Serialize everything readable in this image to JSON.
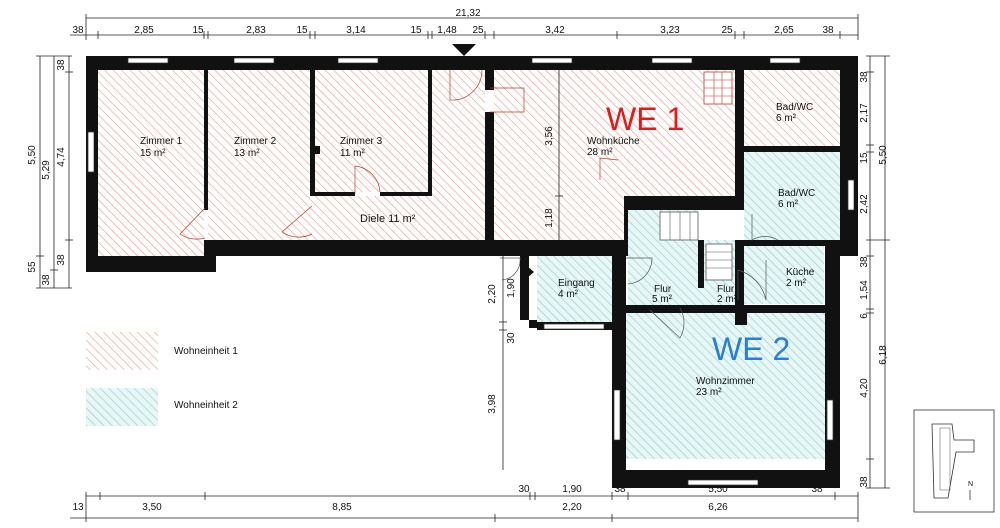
{
  "colors": {
    "unit1": "#e8a08c",
    "unit2": "#8fd0cf",
    "we1_label": "#e01b1b",
    "we2_label": "#2a7fd4"
  },
  "labels": {
    "we1": "WE 1",
    "we2": "WE 2",
    "legend1": "Wohneinheit 1",
    "legend2": "Wohneinheit 2"
  },
  "rooms": {
    "zimmer1": {
      "name": "Zimmer 1",
      "area": "15 m²"
    },
    "zimmer2": {
      "name": "Zimmer   2",
      "area": "13 m²"
    },
    "zimmer3": {
      "name": "Zimmer 3",
      "area": "11 m²"
    },
    "diele": {
      "name": "Diele 11 m²"
    },
    "wohnkueche": {
      "name": "Wohnküche",
      "area": "28 m²"
    },
    "badwc1": {
      "name": "Bad/WC",
      "area": "6 m²"
    },
    "badwc2": {
      "name": "Bad/WC",
      "area": "6 m²"
    },
    "eingang": {
      "name": "Eingang",
      "area": "4 m²"
    },
    "flur1": {
      "name": "Flur",
      "area": "5 m²"
    },
    "flur2": {
      "name": "Flur",
      "area": "2 m²"
    },
    "kueche": {
      "name": "Küche",
      "area": "2 m²"
    },
    "wohnzimmer": {
      "name": "Wohnzimmer",
      "area": "23 m²"
    }
  },
  "dims": {
    "top_total": "21,32",
    "top": [
      "38",
      "2,85",
      "15",
      "2,83",
      "15",
      "3,14",
      "15",
      "1,48",
      "25",
      "3,42",
      "3,23",
      "25",
      "2,65",
      "38"
    ],
    "bottom_upper": [
      "13",
      "3,50",
      "30",
      "1,90",
      "38",
      "5,50",
      "38"
    ],
    "bottom_lower": [
      "8,85",
      "2,20",
      "6,26"
    ],
    "left_outer": [
      "5,50",
      "55"
    ],
    "left_mid": [
      "5,29",
      "38"
    ],
    "left_inner": [
      "38",
      "4,74",
      "38"
    ],
    "right_inner": [
      "38",
      "2,17",
      "15",
      "2,42",
      "38",
      "1,54",
      "6",
      "4,20",
      "38"
    ],
    "right_outer": [
      "5,50",
      "6,18"
    ],
    "interior": [
      "3,56",
      "1,18",
      "1,90",
      "30",
      "2,20",
      "3,98"
    ],
    "compass_n": "N"
  }
}
